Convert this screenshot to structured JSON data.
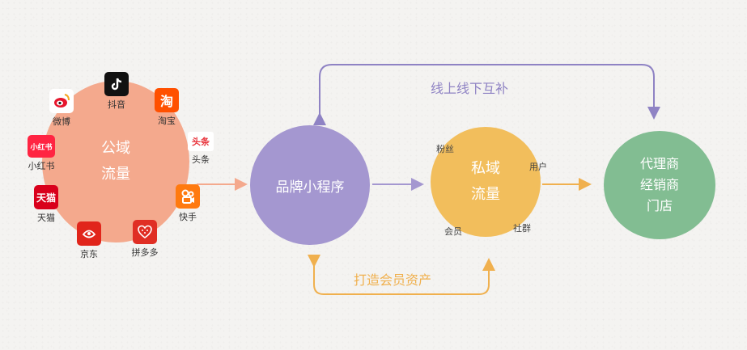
{
  "colors": {
    "public": "#f4a98d",
    "brand": "#a497d0",
    "private": "#f2be5c",
    "store": "#82bd92",
    "top_arrow": "#8f83c4",
    "bottom_arrow": "#f0b04e"
  },
  "public_domain": {
    "line1": "公域",
    "line2": "流量"
  },
  "brand_app": {
    "label": "品牌小程序"
  },
  "private_domain": {
    "line1": "私域",
    "line2": "流量",
    "labels": {
      "fans": "粉丝",
      "users": "用户",
      "members": "会员",
      "community": "社群"
    }
  },
  "store": {
    "line1": "代理商",
    "line2": "经销商",
    "line3": "门店"
  },
  "captions": {
    "top": "线上线下互补",
    "bottom": "打造会员资产"
  },
  "apps": [
    {
      "name": "抖音",
      "icon": "douyin-icon"
    },
    {
      "name": "淘宝",
      "icon": "taobao-icon"
    },
    {
      "name": "头条",
      "icon": "toutiao-icon"
    },
    {
      "name": "快手",
      "icon": "kuaishou-icon"
    },
    {
      "name": "拼多多",
      "icon": "pinduoduo-icon"
    },
    {
      "name": "京东",
      "icon": "jd-icon"
    },
    {
      "name": "天猫",
      "icon": "tmall-icon"
    },
    {
      "name": "小红书",
      "icon": "xiaohongshu-icon"
    },
    {
      "name": "微博",
      "icon": "weibo-icon"
    }
  ]
}
